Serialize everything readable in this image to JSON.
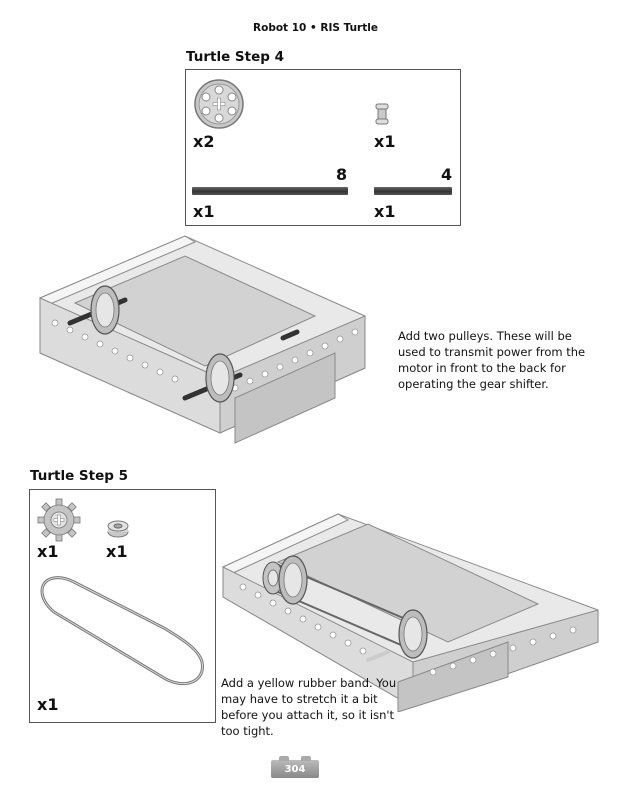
{
  "header": {
    "running_title": "Robot 10 • RIS Turtle"
  },
  "step4": {
    "title": "Turtle Step 4",
    "parts": {
      "pulley_qty": "x2",
      "bushing_qty": "x1",
      "axle8_length": "8",
      "axle8_qty": "x1",
      "axle4_length": "4",
      "axle4_qty": "x1"
    },
    "caption": "Add two pulleys. These will be used to transmit power from the motor in front to the back for operating the gear shifter."
  },
  "step5": {
    "title": "Turtle Step 5",
    "parts": {
      "gear_qty": "x1",
      "half_bushing_qty": "x1",
      "band_qty": "x1"
    },
    "caption": "Add a yellow rubber band. You may have to stretch it a bit before you attach it, so it isn't too tight."
  },
  "footer": {
    "page_number": "304"
  }
}
